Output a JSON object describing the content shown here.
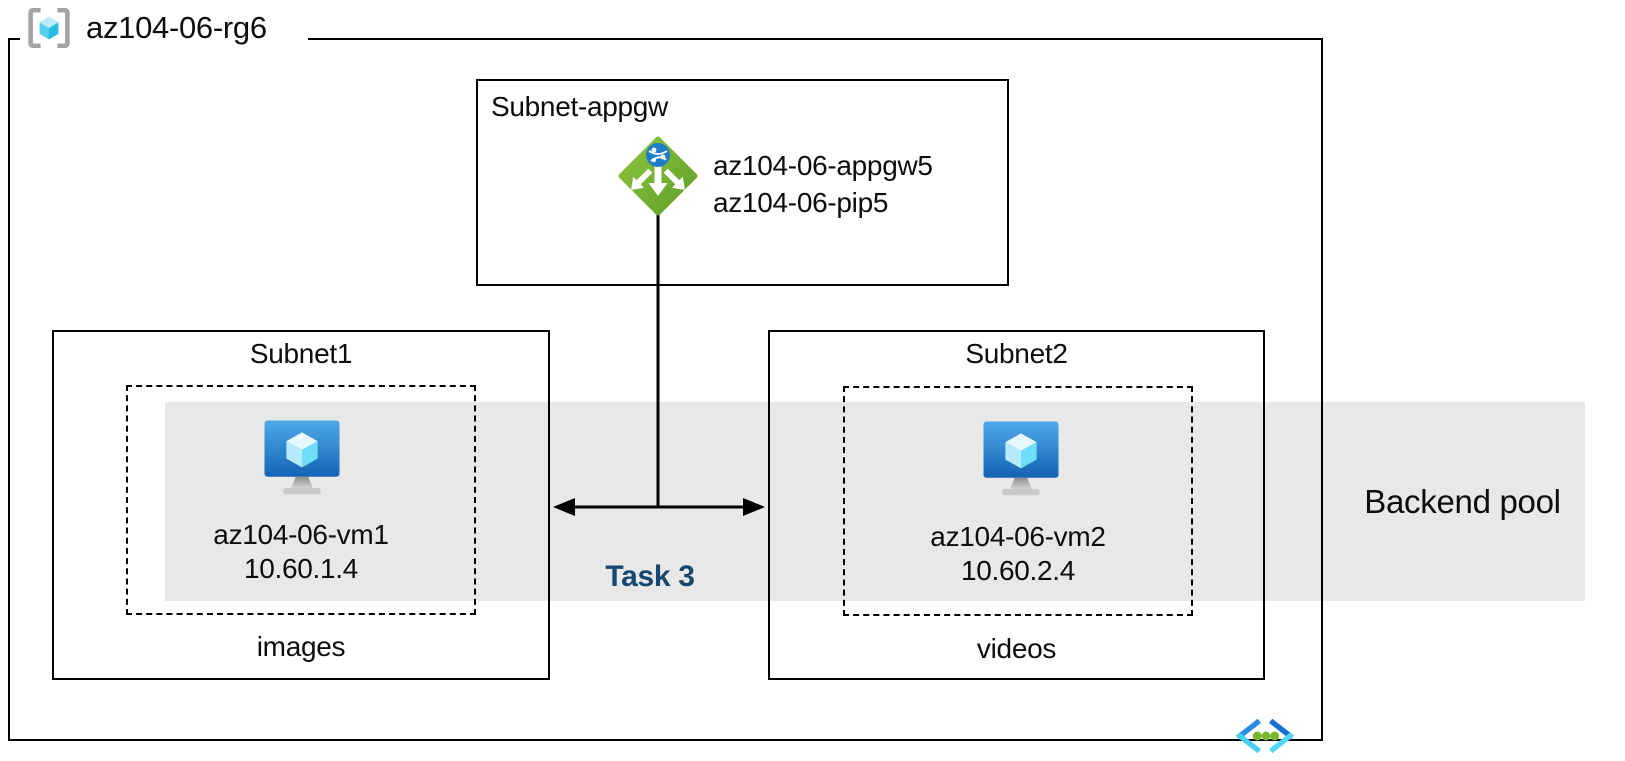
{
  "resource_group": {
    "label": "az104-06-rg6"
  },
  "appgw_subnet": {
    "label": "Subnet-appgw",
    "gateway_name": "az104-06-appgw5",
    "public_ip_name": "az104-06-pip5"
  },
  "subnet1": {
    "label": "Subnet1",
    "vm_name": "az104-06-vm1",
    "vm_ip": "10.60.1.4",
    "caption": "images"
  },
  "subnet2": {
    "label": "Subnet2",
    "vm_name": "az104-06-vm2",
    "vm_ip": "10.60.2.4",
    "caption": "videos"
  },
  "backend_pool": {
    "label": "Backend pool"
  },
  "task": {
    "label": "Task 3"
  },
  "icons": {
    "resource_group": "resource-group-icon",
    "application_gateway": "application-gateway-icon",
    "virtual_machine": "virtual-machine-icon",
    "virtual_network": "virtual-network-icon"
  },
  "colors": {
    "band": "#e8e8e8",
    "task_label": "#17476e",
    "connector": "#000000",
    "appgw_green": "#76b82a",
    "vm_monitor_blue_top": "#4fa9e8",
    "vm_monitor_blue_bottom": "#1463b4",
    "rg_cube_cyan": "#57cfec",
    "vnet_dot_green": "#76b82a"
  }
}
